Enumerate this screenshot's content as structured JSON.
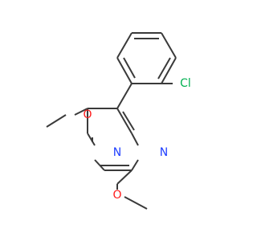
{
  "molecule": {
    "atoms": [
      {
        "id": "cl",
        "label": "Cl",
        "color": "#00b050"
      },
      {
        "id": "n1",
        "label": "N",
        "color": "#1f3fff"
      },
      {
        "id": "n3",
        "label": "N",
        "color": "#1f3fff"
      },
      {
        "id": "o4",
        "label": "O",
        "color": "#ff1a1a"
      },
      {
        "id": "o2",
        "label": "O",
        "color": "#ff1a1a"
      }
    ],
    "bond_color": "#3a3a3a",
    "background": "#ffffff"
  }
}
